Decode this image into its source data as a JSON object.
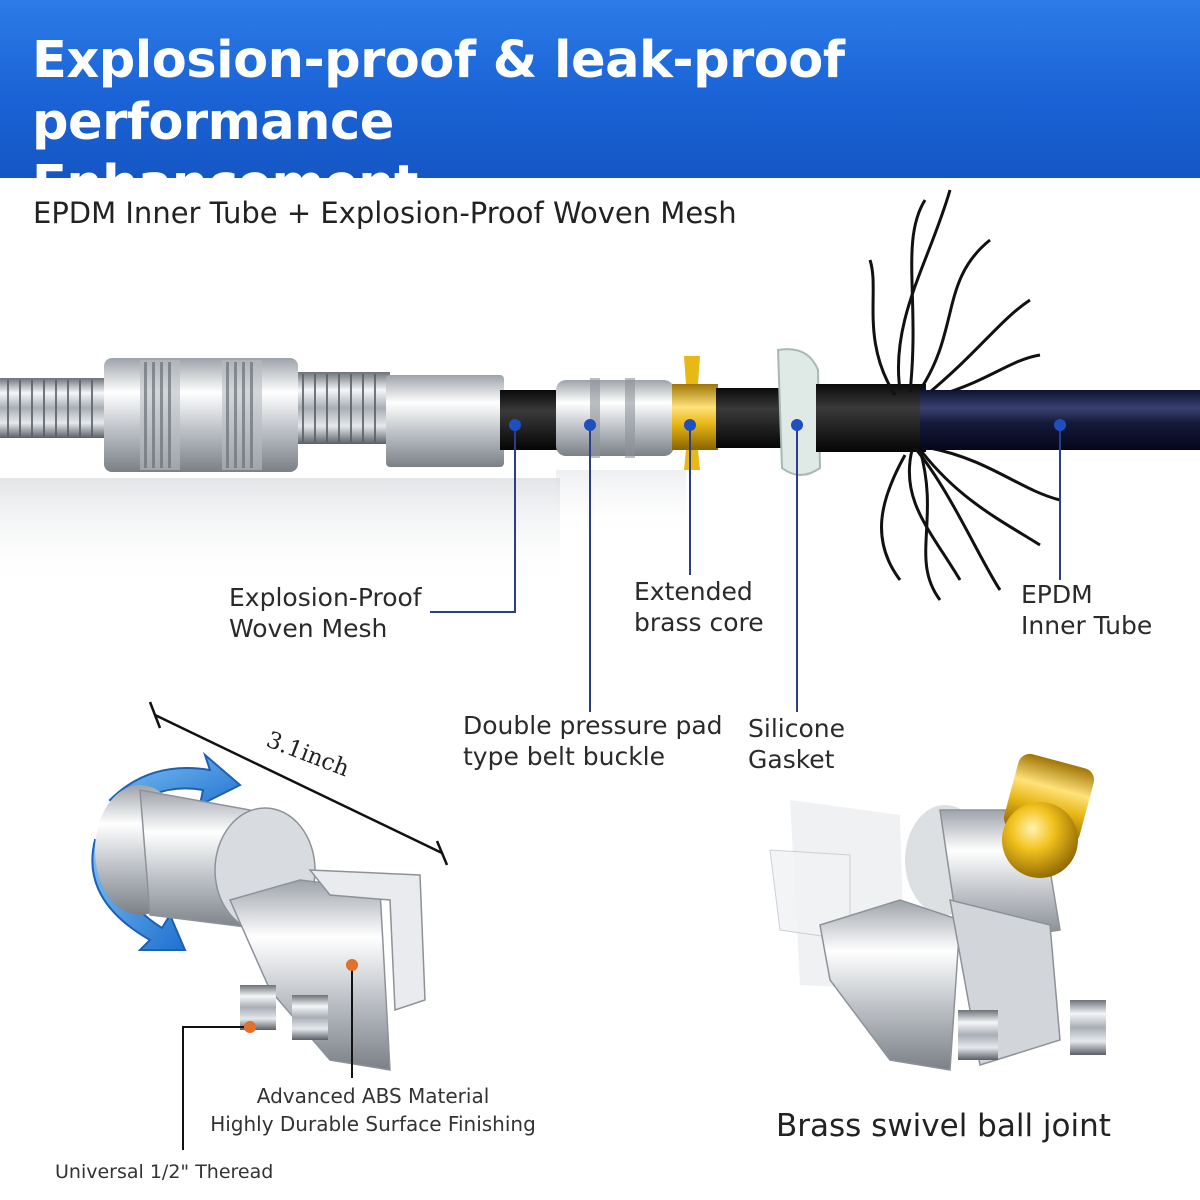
{
  "banner": {
    "title_line1": "Explosion-proof & leak-proof performance",
    "title_line2": "Enhancement"
  },
  "subtitle": "EPDM Inner Tube + Explosion-Proof Woven Mesh",
  "hose_labels": {
    "woven_mesh_line1": "Explosion-Proof",
    "woven_mesh_line2": "Woven Mesh",
    "brass_core_line1": "Extended",
    "brass_core_line2": "brass core",
    "epdm_line1": "EPDM",
    "epdm_line2": "Inner Tube",
    "buckle_line1": "Double pressure pad",
    "buckle_line2": "type belt buckle",
    "gasket_line1": "Silicone",
    "gasket_line2": "Gasket"
  },
  "bracket": {
    "dimension": "3.1inch",
    "abs_line1": "Advanced  ABS Material",
    "abs_line2": "Highly Durable Surface Finishing",
    "thread": "Universal 1/2\" Theread"
  },
  "swivel": {
    "caption": "Brass swivel ball joint"
  },
  "colors": {
    "banner": "#1a63d6",
    "marker_blue": "#1d4fbf",
    "marker_orange": "#e0702a",
    "brass": "#e8b817",
    "chrome": "#c8ccd2"
  }
}
